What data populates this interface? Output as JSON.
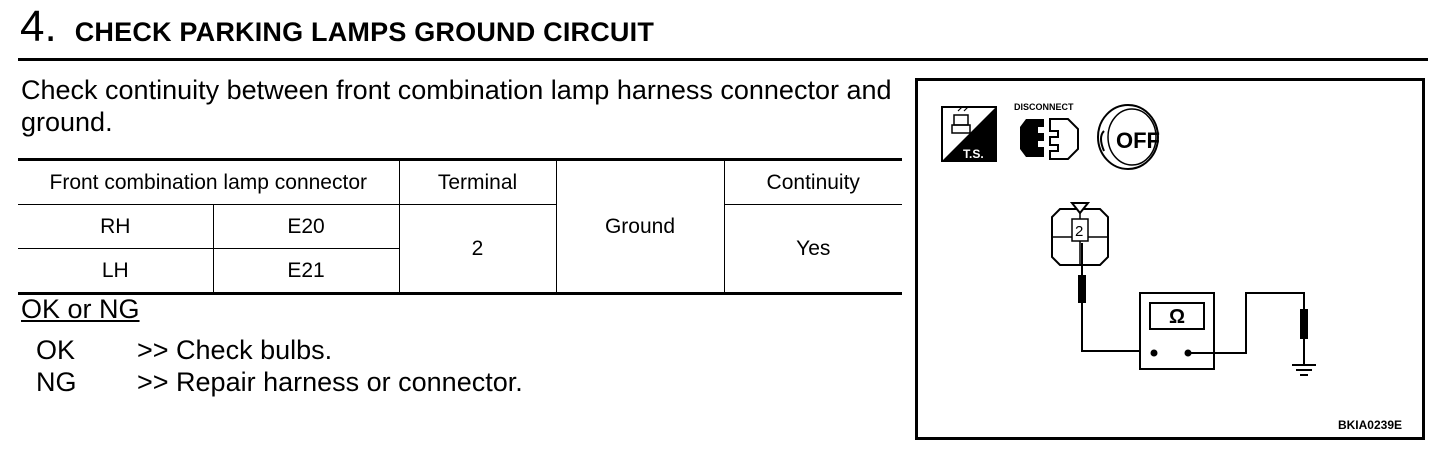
{
  "step": {
    "number": "4",
    "dot": ".",
    "title": "CHECK PARKING LAMPS GROUND CIRCUIT"
  },
  "intro": "Check continuity between front combination lamp harness connector and ground.",
  "table": {
    "headers": {
      "connector": "Front combination lamp connector",
      "terminal": "Terminal",
      "continuity": "Continuity"
    },
    "rows": [
      {
        "side": "RH",
        "connector": "E20"
      },
      {
        "side": "LH",
        "connector": "E21"
      }
    ],
    "terminal": "2",
    "ground": "Ground",
    "continuity": "Yes"
  },
  "result": {
    "title": "OK or NG",
    "items": [
      {
        "code": "OK",
        "action": ">> Check bulbs."
      },
      {
        "code": "NG",
        "action": ">> Repair harness or connector."
      }
    ]
  },
  "figure": {
    "ts_label": "T.S.",
    "disconnect_label": "DISCONNECT",
    "off_label": "OFF",
    "terminal_label": "2",
    "meter_label": "Ω",
    "code": "BKIA0239E"
  }
}
